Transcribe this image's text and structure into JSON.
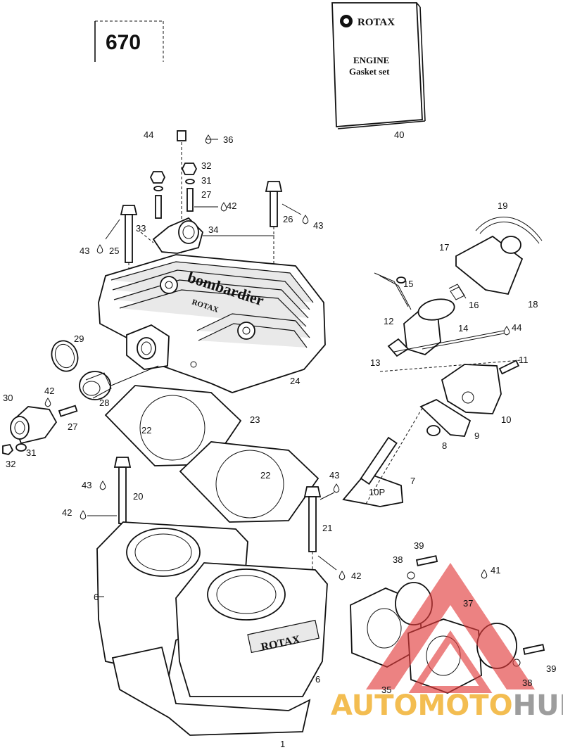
{
  "diagram": {
    "model_number": "670",
    "booklet": {
      "brand": "ROTAX",
      "line1": "ENGINE",
      "line2": "Gasket set",
      "ref": "40"
    },
    "callouts": {
      "c1": "1",
      "c6a": "6",
      "c6b": "6",
      "c7": "7",
      "c8": "8",
      "c9": "9",
      "c10": "10",
      "c11": "11",
      "c12": "12",
      "c13": "13",
      "c14": "14",
      "c15": "15",
      "c16": "16",
      "c17": "17",
      "c18": "18",
      "c19": "19",
      "c20": "20",
      "c21": "21",
      "c22a": "22",
      "c22b": "22",
      "c23": "23",
      "c24": "24",
      "c25": "25",
      "c26": "26",
      "c27a": "27",
      "c27b": "27",
      "c28": "28",
      "c29": "29",
      "c30": "30",
      "c31a": "31",
      "c31b": "31",
      "c32a": "32",
      "c32b": "32",
      "c33": "33",
      "c34": "34",
      "c35": "35",
      "c36": "36",
      "c37": "37",
      "c38a": "38",
      "c38b": "38",
      "c39a": "39",
      "c39b": "39",
      "c41": "41",
      "c42a": "42",
      "c42b": "42",
      "c42c": "42",
      "c42d": "42",
      "c43a": "43",
      "c43b": "43",
      "c43c": "43",
      "c43d": "43",
      "c44a": "44",
      "c44b": "44"
    },
    "castings": {
      "head_text": "bombardier",
      "head_sub": "ROTAX",
      "cylinder_text": "ROTAX",
      "valve_mark": "10P"
    },
    "watermark": {
      "part1": "AUTOMOTO",
      "part2": "HUB",
      "color1": "#f2b233",
      "color2": "#8c8c8c",
      "logo_color": "#e23b3b"
    }
  }
}
